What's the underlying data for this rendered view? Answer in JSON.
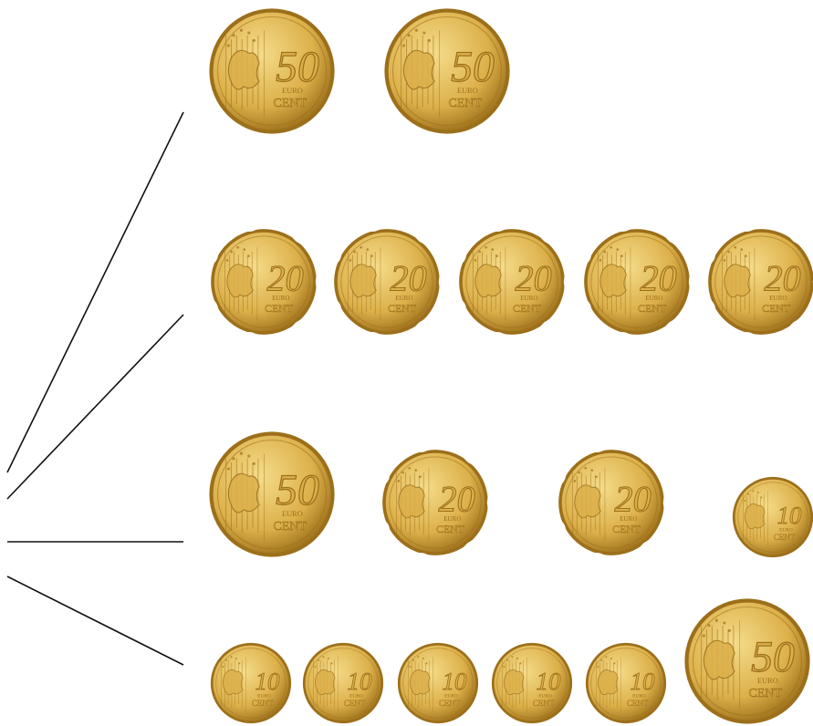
{
  "coin_labels": {
    "unit_top": "EURO",
    "unit_bottom": "CENT"
  },
  "colors": {
    "gold_light": "#f5dc8a",
    "gold_mid": "#dcb04a",
    "gold_dark": "#9c6f1a",
    "line": "#111111"
  },
  "rows": [
    {
      "coins": [
        {
          "value": "50"
        },
        {
          "value": "50"
        }
      ]
    },
    {
      "coins": [
        {
          "value": "20"
        },
        {
          "value": "20"
        },
        {
          "value": "20"
        },
        {
          "value": "20"
        },
        {
          "value": "20"
        }
      ]
    },
    {
      "coins": [
        {
          "value": "50"
        },
        {
          "value": "20"
        },
        {
          "value": "20"
        },
        {
          "value": "10"
        }
      ]
    },
    {
      "coins": [
        {
          "value": "10"
        },
        {
          "value": "10"
        },
        {
          "value": "10"
        },
        {
          "value": "10"
        },
        {
          "value": "10"
        },
        {
          "value": "50"
        }
      ]
    }
  ]
}
